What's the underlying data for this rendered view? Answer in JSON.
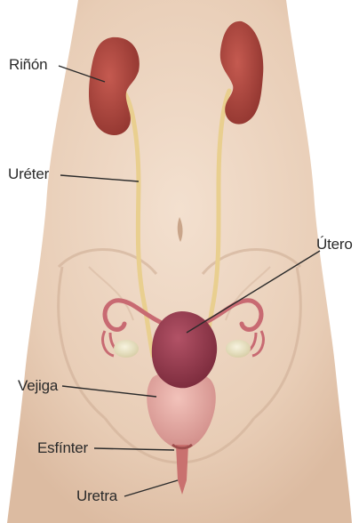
{
  "labels": {
    "kidney": "Riñón",
    "ureter": "Uréter",
    "uterus": "Útero",
    "bladder": "Vejiga",
    "sphincter": "Esfínter",
    "urethra": "Uretra"
  },
  "colors": {
    "background": "#ffffff",
    "skin": "#ead2bd",
    "skin_shadow": "#d9bca5",
    "kidney": "#a8443c",
    "ureter": "#e9cf8f",
    "uterus": "#8e3447",
    "ovary": "#ece6c8",
    "fallopian_tube": "#c86a72",
    "bladder": "#e4a7a1",
    "leader_line": "#2a2a2a"
  }
}
